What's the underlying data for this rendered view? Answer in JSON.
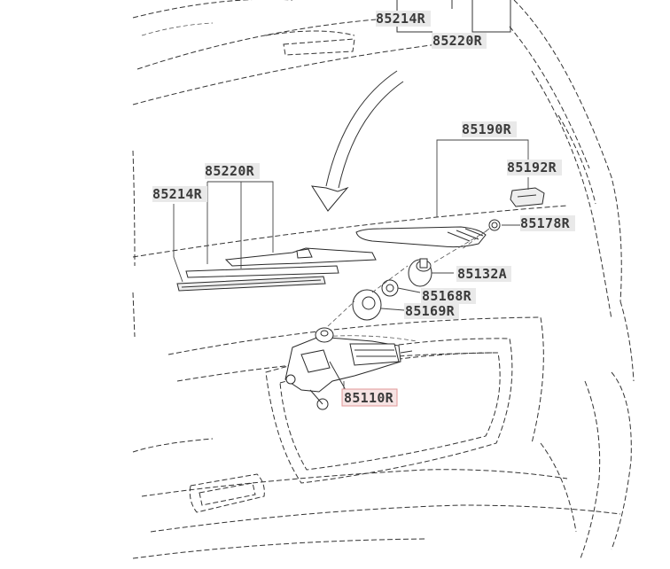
{
  "diagram": {
    "title": "Rear Wiper Assembly",
    "labels": {
      "top_85214R": "85214R",
      "top_85220R": "85220R",
      "p85190R": "85190R",
      "p85192R": "85192R",
      "p85178R": "85178R",
      "p85220R": "85220R",
      "p85214R": "85214R",
      "p85132A": "85132A",
      "p85168R": "85168R",
      "p85169R": "85169R",
      "p85110R": "85110R"
    },
    "highlight_color": "#e39a9a"
  }
}
